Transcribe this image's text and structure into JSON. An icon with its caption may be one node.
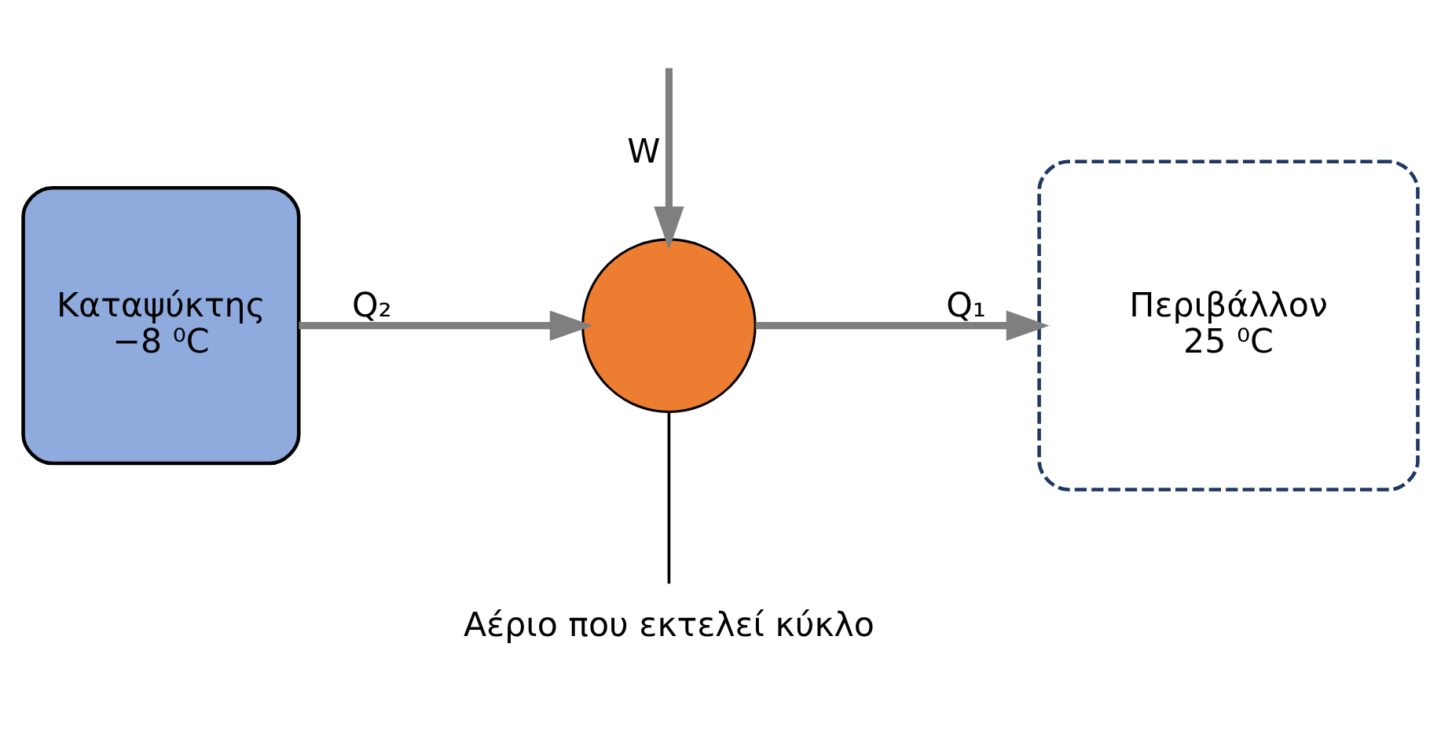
{
  "diagram": {
    "nodes": [
      {
        "text": [
          "Καταψύκτης",
          "−8 ⁰C"
        ]
      },
      {
        "text": [],
        "shape": "circle"
      },
      {
        "text": [
          "Περιβάλλον",
          "25 ⁰C"
        ]
      },
      {
        "text": [
          "Αέριο που εκτελεί κύκλο"
        ]
      }
    ],
    "edges": [
      {
        "from": 0,
        "to": 1,
        "arrow": "to",
        "label": "Q₂"
      },
      {
        "from": 1,
        "to": 2,
        "arrow": "to",
        "label": "Q₁"
      },
      {
        "from": null,
        "to": 1,
        "arrow": "to",
        "label": "W"
      },
      {
        "from": 3,
        "to": 1,
        "arrow": "none",
        "color": "#000000"
      }
    ]
  }
}
